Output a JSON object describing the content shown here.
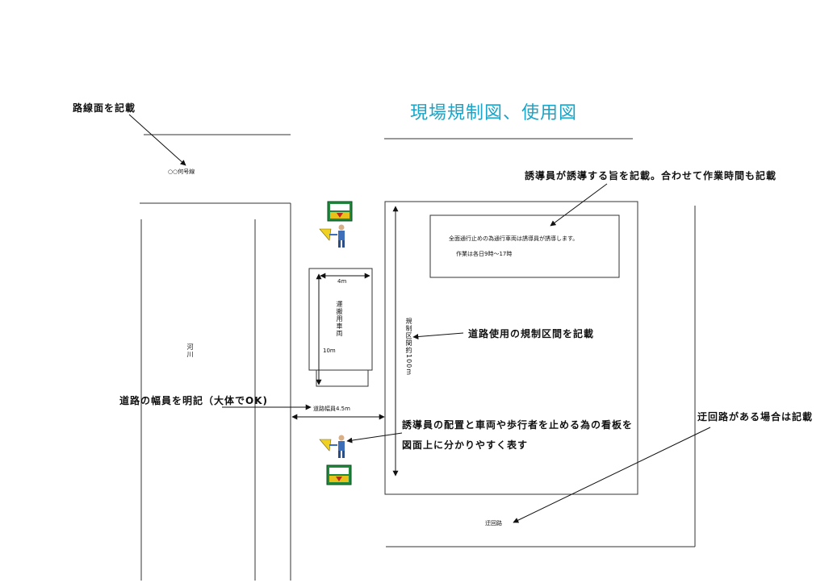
{
  "title": "現場規制図、使用図",
  "notes": {
    "road_surface": "路線面を記載",
    "road_name": "○○何号線",
    "guide_time": "誘導員が誘導する旨を記載。合わせて作業時間も記載",
    "section": "道路使用の規制区間を記載",
    "width": "道路の幅員を明記（大体でOK)",
    "guards_line1": "誘導員の配置と車両や歩行者を止める為の看板を",
    "guards_line2": "図面上に分かりやすく表す",
    "detour": "迂回路がある場合は記載"
  },
  "sign_box": {
    "line1": "全面通行止めの為通行車両は誘導員が誘導します。",
    "line2": "作業は各日9時～17時"
  },
  "labels": {
    "river": "河川",
    "vehicle": "運搬用車両",
    "vehicle_width": "4m",
    "vehicle_length": "10m",
    "section_length": "規制区間約100m",
    "road_width": "道路幅員4.5m",
    "detour_route": "迂回路"
  },
  "colors": {
    "title": "#1aa5c8",
    "sign_green": "#1f8a3c",
    "sign_yellow": "#e8c21a",
    "worker_blue": "#3c6fb8",
    "flag_yellow": "#f0d020"
  },
  "icons": [
    "barricade-sign-icon",
    "flagman-icon"
  ]
}
